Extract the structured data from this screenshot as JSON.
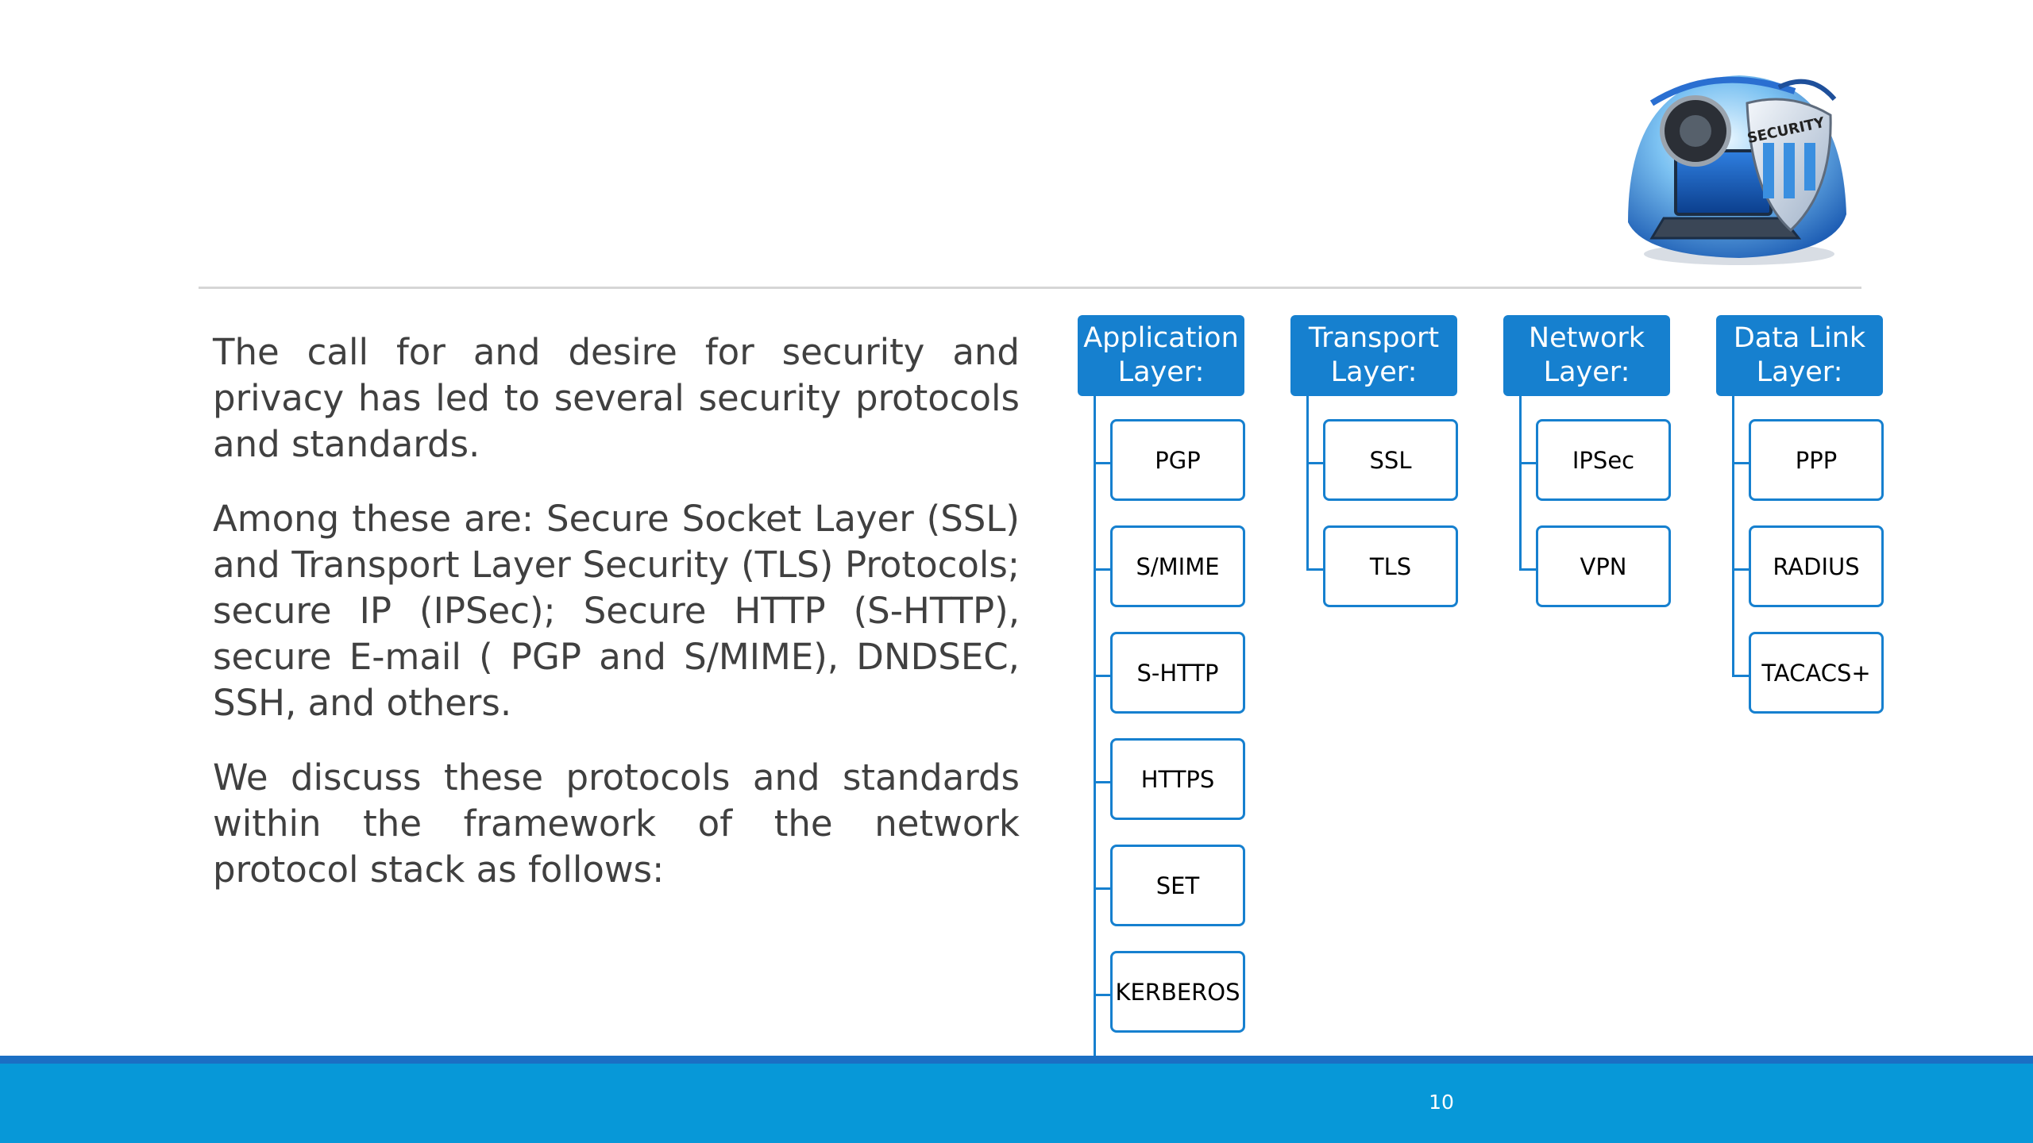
{
  "paragraphs": [
    "The call for and desire for security and privacy has led to  several security protocols and standards.",
    "Among these are: Secure Socket Layer (SSL) and Transport Layer Security (TLS) Protocols; secure IP (IPSec);  Secure HTTP (S-HTTP), secure E-mail ( PGP and S/MIME), DNDSEC, SSH, and others.",
    "We discuss these protocols and   standards within the framework of the network protocol stack as follows:"
  ],
  "layers": [
    {
      "title_line1": "Application",
      "title_line2": "Layer:",
      "protocols": [
        "PGP",
        "S/MIME",
        "S-HTTP",
        "HTTPS",
        "SET",
        "KERBEROS"
      ]
    },
    {
      "title_line1": "Transport",
      "title_line2": "Layer:",
      "protocols": [
        "SSL",
        "TLS"
      ]
    },
    {
      "title_line1": "Network",
      "title_line2": "Layer:",
      "protocols": [
        "IPSec",
        "VPN"
      ]
    },
    {
      "title_line1": "Data Link",
      "title_line2": "Layer:",
      "protocols": [
        "PPP",
        "RADIUS",
        "TACACS+"
      ]
    }
  ],
  "logo_text": "SECURITY",
  "page_number": "10",
  "colors": {
    "accent": "#1680cf",
    "footer": "#0798d8",
    "text": "#404040"
  },
  "icons": {
    "logo": "security-laptop-shield-icon"
  }
}
